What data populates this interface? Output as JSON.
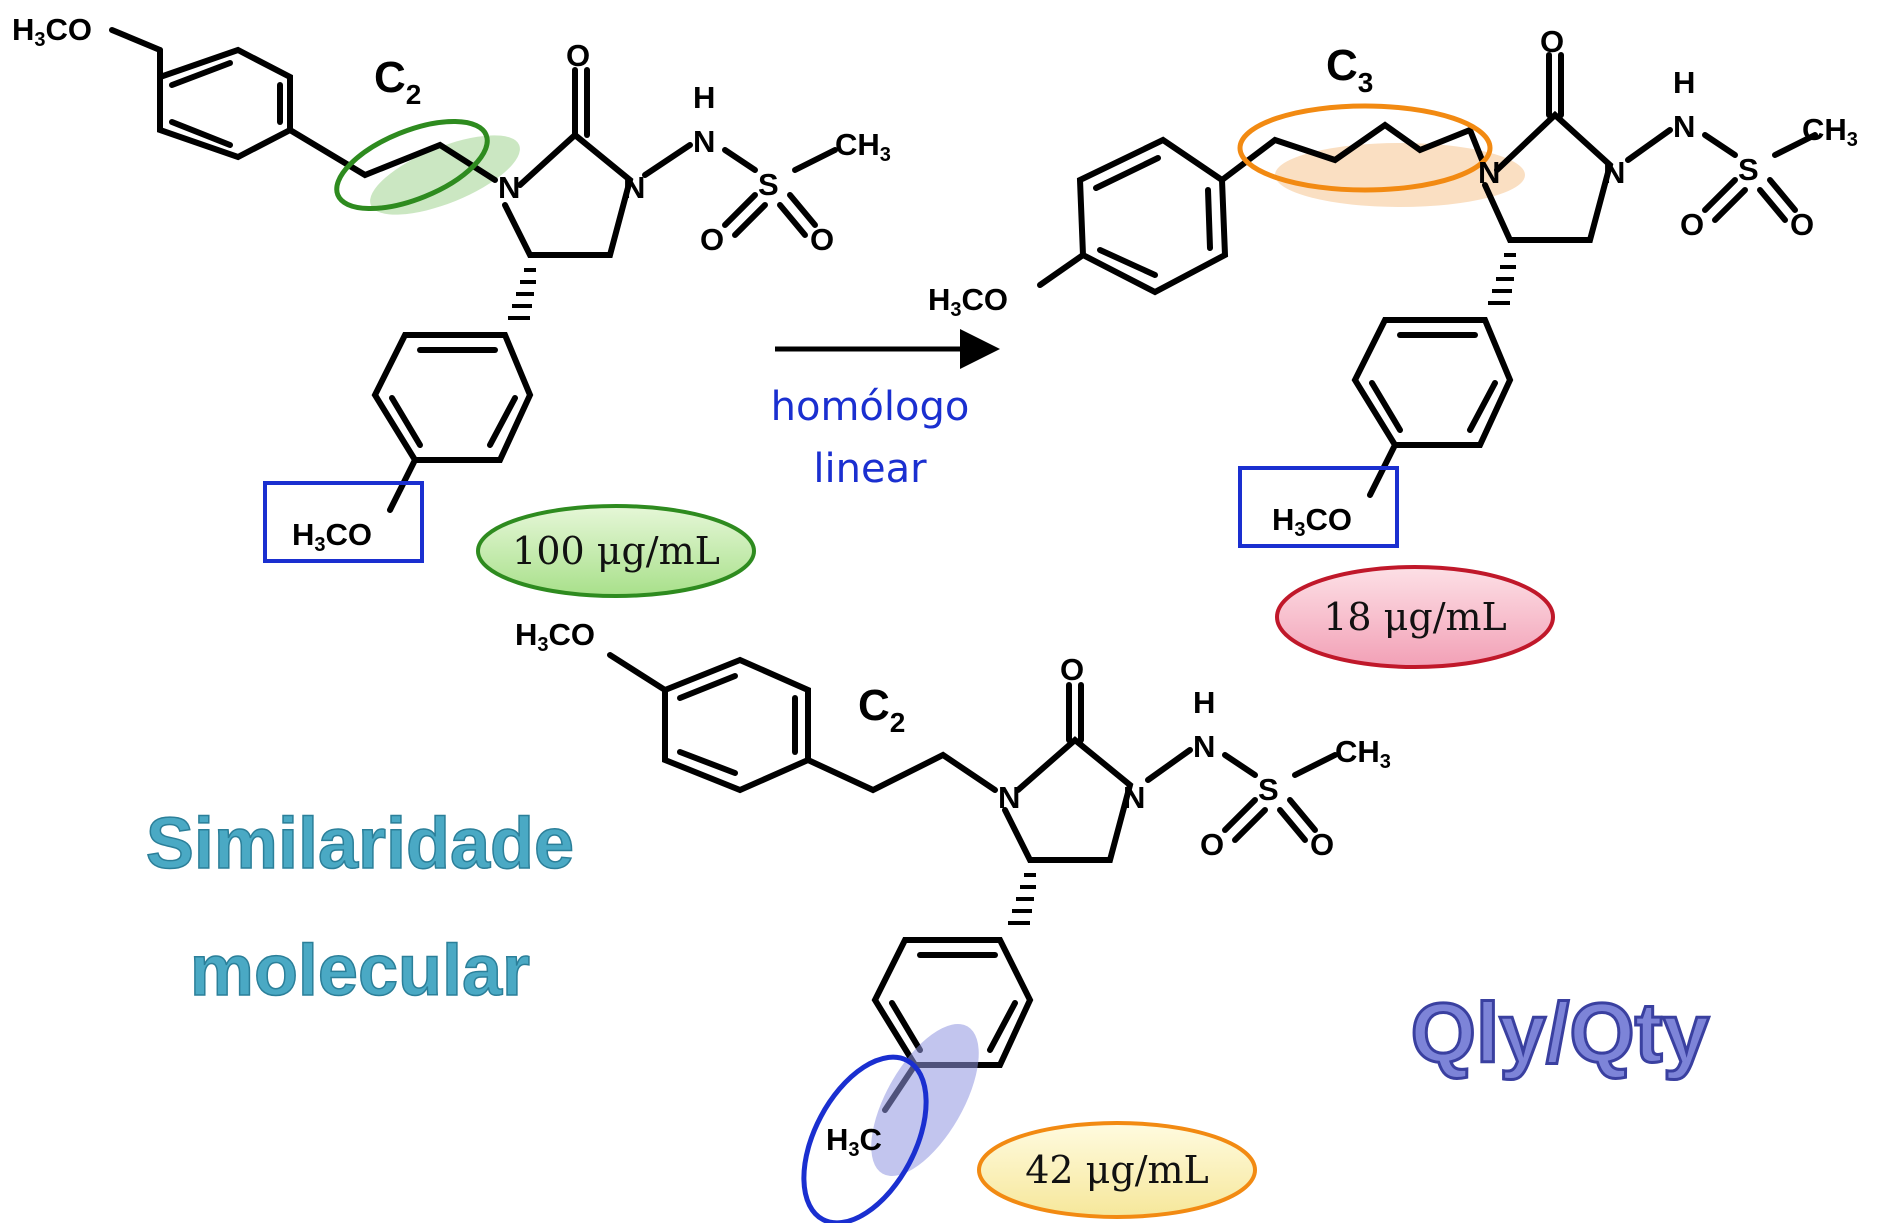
{
  "labels": {
    "methoxy": "H3CO",
    "methyl_terminal": "CH3",
    "methyl_aryl": "H3C",
    "N": "N",
    "H": "H",
    "O": "O",
    "S": "S"
  },
  "chain_labels": {
    "top_left": {
      "base": "C",
      "sub": "2"
    },
    "top_right": {
      "base": "C",
      "sub": "3"
    },
    "bottom": {
      "base": "C",
      "sub": "2"
    }
  },
  "arrow": {
    "line1": "homólogo",
    "line2": "linear"
  },
  "concentrations": {
    "top_left": "100 μg/mL",
    "top_right": "18 μg/mL",
    "bottom": "42 μg/mL"
  },
  "titles": {
    "similarity_line1": "Similaridade",
    "similarity_line2": "molecular",
    "qly": "Qly/Qty"
  },
  "colors": {
    "green": "#2e8b1f",
    "orange": "#f28a12",
    "blue": "#1a2fd0",
    "red": "#c0182a",
    "teal": "#4aa9c4",
    "violet": "#7d84d8"
  }
}
